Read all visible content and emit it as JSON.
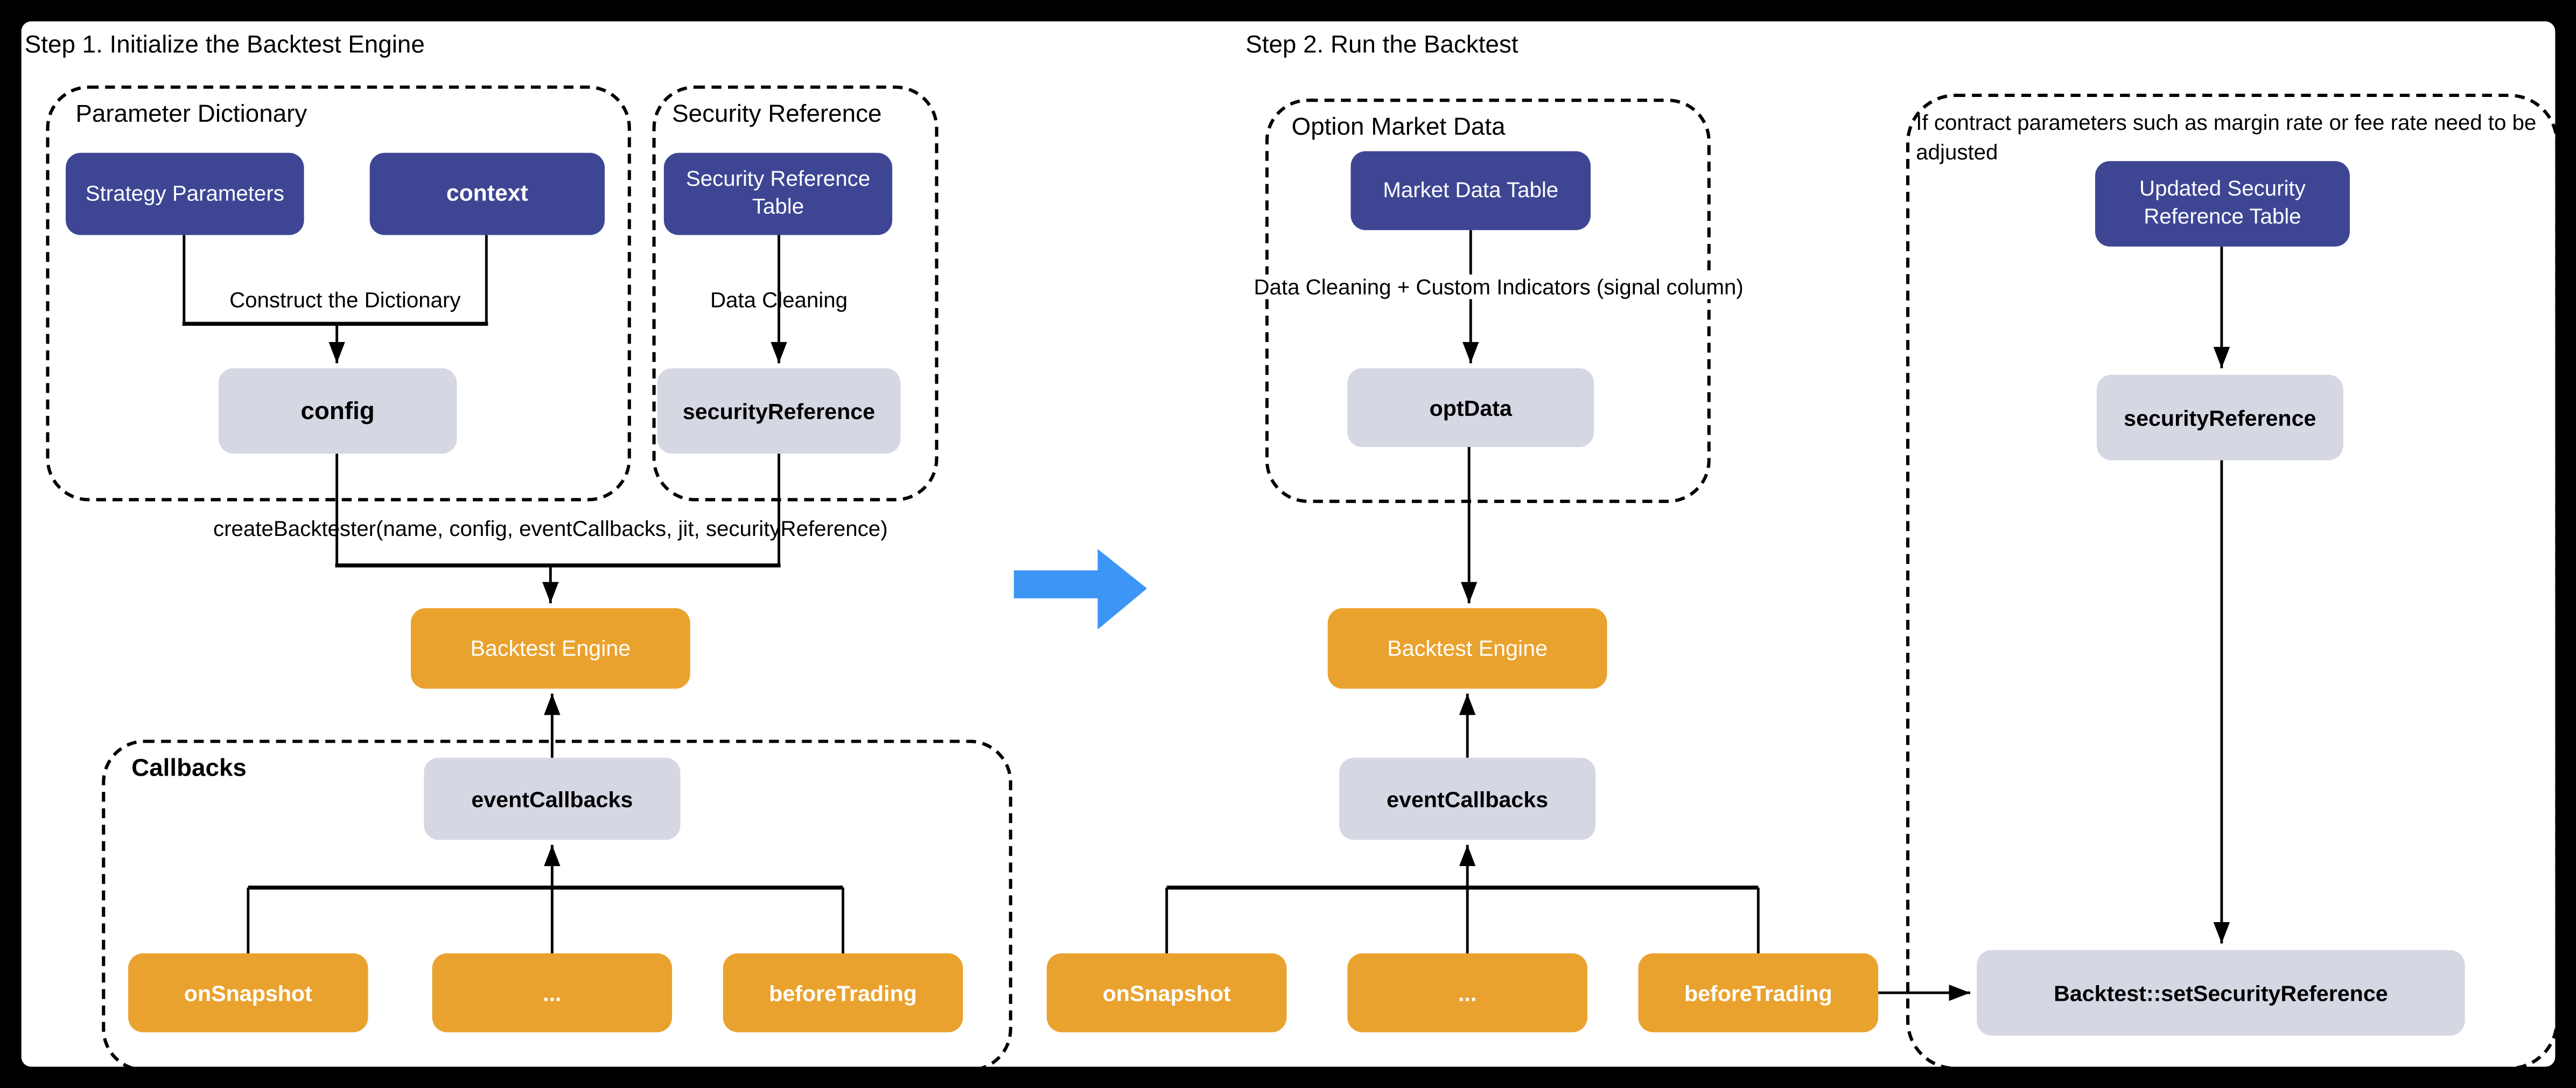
{
  "colors": {
    "indigo": "#3E4694",
    "gray": "#D5D7E3",
    "orange": "#EAA22E",
    "blue_arrow": "#3D96F5",
    "panel": "#FFFFFF",
    "background": "#000000",
    "line": "#000000"
  },
  "step1": {
    "title": "Step 1. Initialize the Backtest Engine",
    "groups": {
      "parameter_dictionary": "Parameter Dictionary",
      "security_reference": "Security Reference",
      "callbacks": "Callbacks"
    },
    "nodes": {
      "strategy_parameters": "Strategy Parameters",
      "context": "context",
      "config": "config",
      "security_reference_table": "Security Reference Table",
      "security_reference_var": "securityReference",
      "backtest_engine": "Backtest Engine",
      "event_callbacks": "eventCallbacks",
      "on_snapshot": "onSnapshot",
      "dots": "...",
      "before_trading": "beforeTrading"
    },
    "labels": {
      "construct_dictionary": "Construct the Dictionary",
      "data_cleaning": "Data Cleaning",
      "create_backtester": "createBacktester(name, config, eventCallbacks, jit, securityReference)"
    }
  },
  "step2": {
    "title": "Step 2. Run the Backtest",
    "groups": {
      "option_market_data": "Option Market Data"
    },
    "nodes": {
      "market_data_table": "Market Data Table",
      "opt_data": "optData",
      "backtest_engine": "Backtest Engine",
      "event_callbacks": "eventCallbacks",
      "on_snapshot": "onSnapshot",
      "dots": "...",
      "before_trading": "beforeTrading"
    },
    "labels": {
      "data_cleaning_custom": "Data Cleaning + Custom Indicators (signal column)"
    }
  },
  "step3": {
    "note": "If contract parameters such as margin rate or fee rate need to be adjusted",
    "nodes": {
      "updated_security_reference_table": "Updated Security Reference Table",
      "security_reference_var": "securityReference",
      "set_security_reference": "Backtest::setSecurityReference"
    }
  }
}
